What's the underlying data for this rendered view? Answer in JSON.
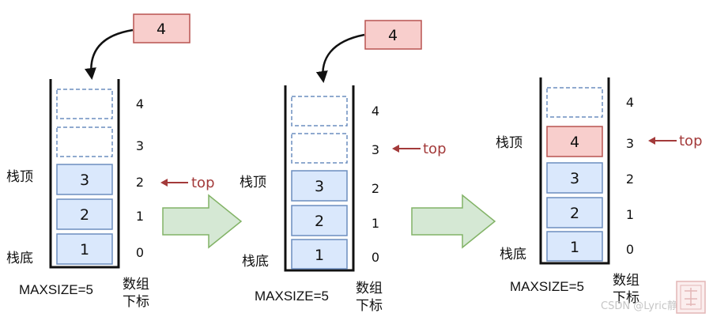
{
  "pushed_value": "4",
  "top_label": "top",
  "stack_top_label": "栈顶",
  "stack_bottom_label": "栈底",
  "maxsize_label": "MAXSIZE=5",
  "index_label_line1": "数组",
  "index_label_line2": "下标",
  "indices": [
    "0",
    "1",
    "2",
    "3",
    "4"
  ],
  "stages": [
    {
      "cells": [
        "1",
        "2",
        "3"
      ],
      "top_index": 2
    },
    {
      "cells": [
        "1",
        "2",
        "3"
      ],
      "top_index": 3
    },
    {
      "cells": [
        "1",
        "2",
        "3",
        "4"
      ],
      "top_index": 3
    }
  ],
  "watermark": "CSDN @Lyric静君",
  "colors": {
    "cell_fill": "#dae8fc",
    "cell_stroke": "#6c8ebf",
    "new_fill": "#f8cecc",
    "new_stroke": "#b85450",
    "arrow_fill": "#d5e8d4",
    "arrow_stroke": "#82b366",
    "top_color": "#a33a3a"
  }
}
